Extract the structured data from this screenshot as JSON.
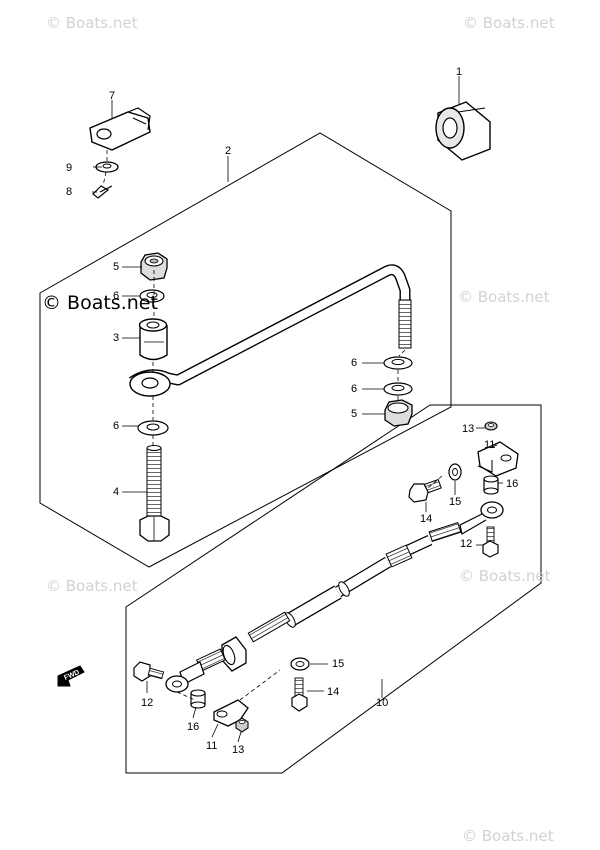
{
  "watermark": {
    "text": "© Boats.net"
  },
  "forward_mark": "FWD",
  "callouts": {
    "c1": "1",
    "c2": "2",
    "c3": "3",
    "c4": "4",
    "c5a": "5",
    "c5b": "5",
    "c6a": "6",
    "c6b": "6",
    "c6c": "6",
    "c6d": "6",
    "c7": "7",
    "c8": "8",
    "c9": "9",
    "c10": "10",
    "c11a": "11",
    "c11b": "11",
    "c12a": "12",
    "c12b": "12",
    "c13a": "13",
    "c13b": "13",
    "c14a": "14",
    "c14b": "14",
    "c15a": "15",
    "c15b": "15",
    "c16a": "16",
    "c16b": "16"
  }
}
